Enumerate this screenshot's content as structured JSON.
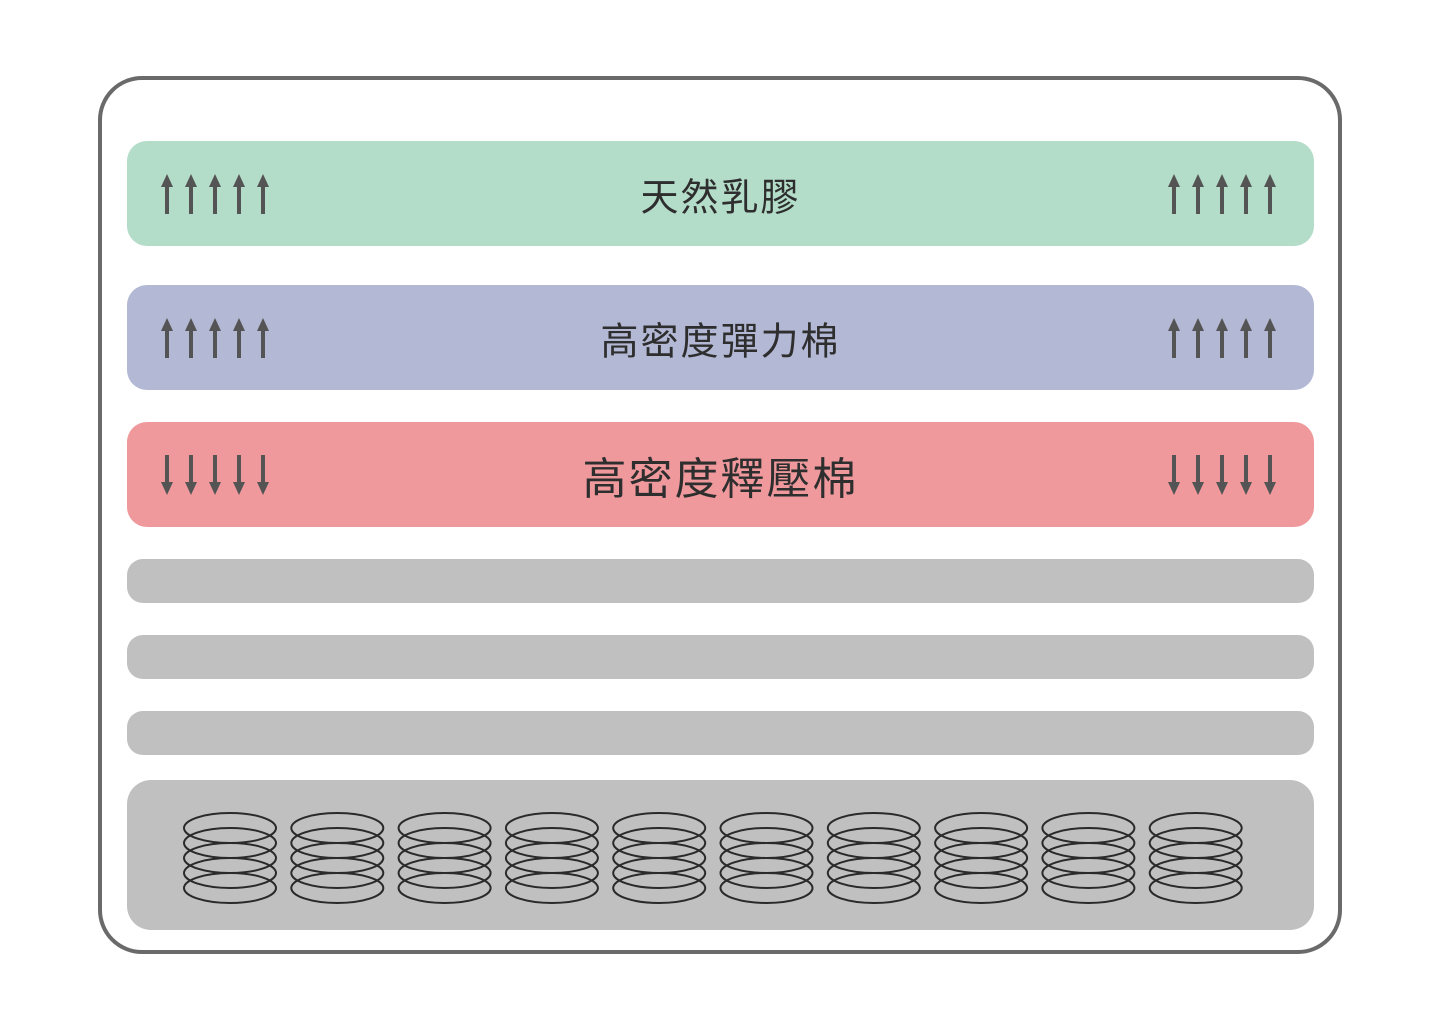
{
  "diagram": {
    "colors": {
      "frame_border": "#6a6a6a",
      "arrow": "#545454",
      "coil_stroke": "#2a2a2a",
      "filler": "#c0c0c0"
    },
    "layers": [
      {
        "label": "天然乳膠",
        "color": "#b3dcc9",
        "arrow_direction": "up",
        "arrow_count": 5
      },
      {
        "label": "高密度彈力棉",
        "color": "#b3b9d5",
        "arrow_direction": "up",
        "arrow_count": 5
      },
      {
        "label": "高密度釋壓棉",
        "color": "#ef999d",
        "arrow_direction": "down",
        "arrow_count": 5
      }
    ],
    "filler_layer_count": 3,
    "spring_layer": {
      "coil_count": 10,
      "rings_per_coil": 5,
      "color": "#c0c0c0"
    }
  }
}
